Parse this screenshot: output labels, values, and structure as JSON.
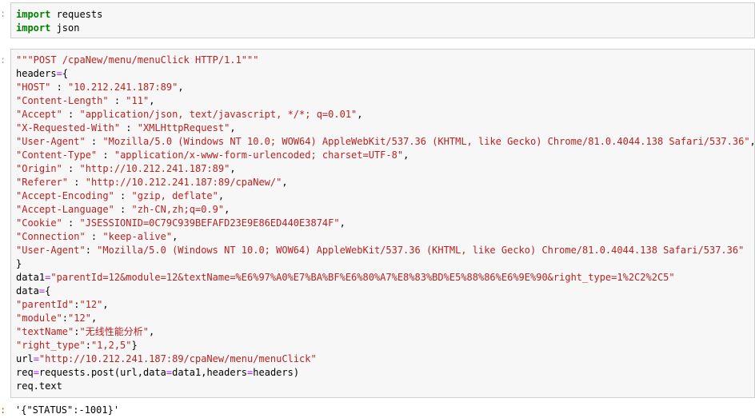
{
  "cells": [
    {
      "prompt": ":",
      "lines": [
        [
          {
            "t": "import",
            "c": "kw"
          },
          {
            "t": " requests",
            "c": ""
          }
        ],
        [
          {
            "t": "import",
            "c": "kw"
          },
          {
            "t": " json",
            "c": ""
          }
        ]
      ]
    },
    {
      "prompt": ":",
      "lines": [
        [
          {
            "t": "\"\"\"POST /cpaNew/menu/menuClick HTTP/1.1\"\"\"",
            "c": "str"
          }
        ],
        [
          {
            "t": "headers",
            "c": ""
          },
          {
            "t": "=",
            "c": "op"
          },
          {
            "t": "{",
            "c": ""
          }
        ],
        [
          {
            "t": "\"HOST\"",
            "c": "str"
          },
          {
            "t": " : ",
            "c": ""
          },
          {
            "t": "\"10.212.241.187:89\"",
            "c": "str"
          },
          {
            "t": ",",
            "c": ""
          }
        ],
        [
          {
            "t": "\"Content-Length\"",
            "c": "str"
          },
          {
            "t": " : ",
            "c": ""
          },
          {
            "t": "\"11\"",
            "c": "str"
          },
          {
            "t": ",",
            "c": ""
          }
        ],
        [
          {
            "t": "\"Accept\"",
            "c": "str"
          },
          {
            "t": " : ",
            "c": ""
          },
          {
            "t": "\"application/json, text/javascript, */*; q=0.01\"",
            "c": "str"
          },
          {
            "t": ",",
            "c": ""
          }
        ],
        [
          {
            "t": "\"X-Requested-With\"",
            "c": "str"
          },
          {
            "t": " : ",
            "c": ""
          },
          {
            "t": "\"XMLHttpRequest\"",
            "c": "str"
          },
          {
            "t": ",",
            "c": ""
          }
        ],
        [
          {
            "t": "\"User-Agent\"",
            "c": "str"
          },
          {
            "t": " : ",
            "c": ""
          },
          {
            "t": "\"Mozilla/5.0 (Windows NT 10.0; WOW64) AppleWebKit/537.36 (KHTML, like Gecko) Chrome/81.0.4044.138 Safari/537.36\"",
            "c": "str"
          },
          {
            "t": ",",
            "c": ""
          }
        ],
        [
          {
            "t": "\"Content-Type\"",
            "c": "str"
          },
          {
            "t": " : ",
            "c": ""
          },
          {
            "t": "\"application/x-www-form-urlencoded; charset=UTF-8\"",
            "c": "str"
          },
          {
            "t": ",",
            "c": ""
          }
        ],
        [
          {
            "t": "\"Origin\"",
            "c": "str"
          },
          {
            "t": " : ",
            "c": ""
          },
          {
            "t": "\"http://10.212.241.187:89\"",
            "c": "str"
          },
          {
            "t": ",",
            "c": ""
          }
        ],
        [
          {
            "t": "\"Referer\"",
            "c": "str"
          },
          {
            "t": " : ",
            "c": ""
          },
          {
            "t": "\"http://10.212.241.187:89/cpaNew/\"",
            "c": "str"
          },
          {
            "t": ",",
            "c": ""
          }
        ],
        [
          {
            "t": "\"Accept-Encoding\"",
            "c": "str"
          },
          {
            "t": " : ",
            "c": ""
          },
          {
            "t": "\"gzip, deflate\"",
            "c": "str"
          },
          {
            "t": ",",
            "c": ""
          }
        ],
        [
          {
            "t": "\"Accept-Language\"",
            "c": "str"
          },
          {
            "t": " : ",
            "c": ""
          },
          {
            "t": "\"zh-CN,zh;q=0.9\"",
            "c": "str"
          },
          {
            "t": ",",
            "c": ""
          }
        ],
        [
          {
            "t": "\"Cookie\"",
            "c": "str"
          },
          {
            "t": " : ",
            "c": ""
          },
          {
            "t": "\"JSESSIONID=0C79C939BEFAFD23E9E86ED440E3874F\"",
            "c": "str"
          },
          {
            "t": ",",
            "c": ""
          }
        ],
        [
          {
            "t": "\"Connection\"",
            "c": "str"
          },
          {
            "t": " : ",
            "c": ""
          },
          {
            "t": "\"keep-alive\"",
            "c": "str"
          },
          {
            "t": ",",
            "c": ""
          }
        ],
        [
          {
            "t": "\"User-Agent\"",
            "c": "str"
          },
          {
            "t": ": ",
            "c": ""
          },
          {
            "t": "\"Mozilla/5.0 (Windows NT 10.0; WOW64) AppleWebKit/537.36 (KHTML, like Gecko) Chrome/81.0.4044.138 Safari/537.36\"",
            "c": "str"
          }
        ],
        [
          {
            "t": "}",
            "c": ""
          }
        ],
        [
          {
            "t": "data1",
            "c": ""
          },
          {
            "t": "=",
            "c": "op"
          },
          {
            "t": "\"parentId=12&module=12&textName=%E6%97%A0%E7%BA%BF%E6%80%A7%E8%83%BD%E5%88%86%E6%9E%90&right_type=1%2C2%2C5\"",
            "c": "str"
          }
        ],
        [
          {
            "t": "data",
            "c": ""
          },
          {
            "t": "=",
            "c": "op"
          },
          {
            "t": "{",
            "c": ""
          }
        ],
        [
          {
            "t": "\"parentId\"",
            "c": "str"
          },
          {
            "t": ":",
            "c": ""
          },
          {
            "t": "\"12\"",
            "c": "str"
          },
          {
            "t": ",",
            "c": ""
          }
        ],
        [
          {
            "t": "\"module\"",
            "c": "str"
          },
          {
            "t": ":",
            "c": ""
          },
          {
            "t": "\"12\"",
            "c": "str"
          },
          {
            "t": ",",
            "c": ""
          }
        ],
        [
          {
            "t": "\"textName\"",
            "c": "str"
          },
          {
            "t": ":",
            "c": ""
          },
          {
            "t": "\"无线性能分析\"",
            "c": "str"
          },
          {
            "t": ",",
            "c": ""
          }
        ],
        [
          {
            "t": "\"right_type\"",
            "c": "str"
          },
          {
            "t": ":",
            "c": ""
          },
          {
            "t": "\"1,2,5\"",
            "c": "str"
          },
          {
            "t": "}",
            "c": ""
          }
        ],
        [
          {
            "t": "url",
            "c": ""
          },
          {
            "t": "=",
            "c": "op"
          },
          {
            "t": "\"http://10.212.241.187:89/cpaNew/menu/menuClick\"",
            "c": "str"
          }
        ],
        [
          {
            "t": "req",
            "c": ""
          },
          {
            "t": "=",
            "c": "op"
          },
          {
            "t": "requests.post(url,data",
            "c": ""
          },
          {
            "t": "=",
            "c": "op"
          },
          {
            "t": "data1,headers",
            "c": ""
          },
          {
            "t": "=",
            "c": "op"
          },
          {
            "t": "headers)",
            "c": ""
          }
        ],
        [
          {
            "t": "req.text",
            "c": ""
          }
        ]
      ]
    }
  ],
  "output": {
    "prompt": ":",
    "text": "'{\"STATUS\":-1001}'"
  },
  "colors": {
    "keyword": "#008000",
    "string": "#ba2121",
    "operator": "#aa22ff",
    "cell_bg": "#f7f7f7",
    "cell_border": "#cfcfcf",
    "out_prompt": "#d84315"
  }
}
